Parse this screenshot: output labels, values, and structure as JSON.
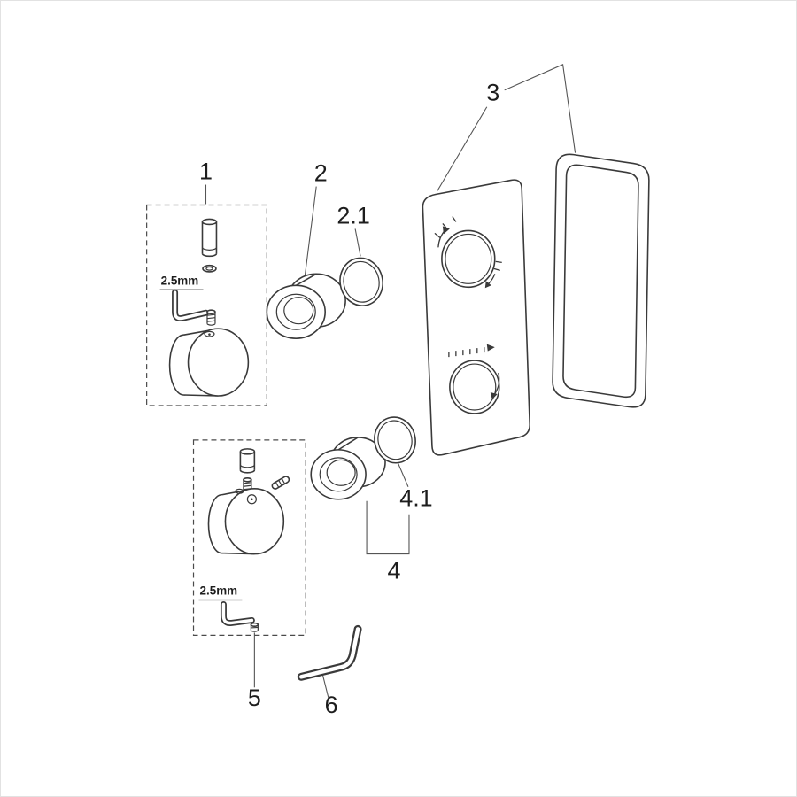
{
  "labels": {
    "p1": "1",
    "p2": "2",
    "p21": "2.1",
    "p3": "3",
    "p4": "4",
    "p41": "4.1",
    "p5": "5",
    "p6": "6",
    "hex1": "2.5mm",
    "hex2": "2.5mm"
  },
  "colors": {
    "background": "#ffffff",
    "line_art": "#3a3a3a",
    "label_text": "#1d1d1d",
    "image_border": "#e2e2e2"
  }
}
